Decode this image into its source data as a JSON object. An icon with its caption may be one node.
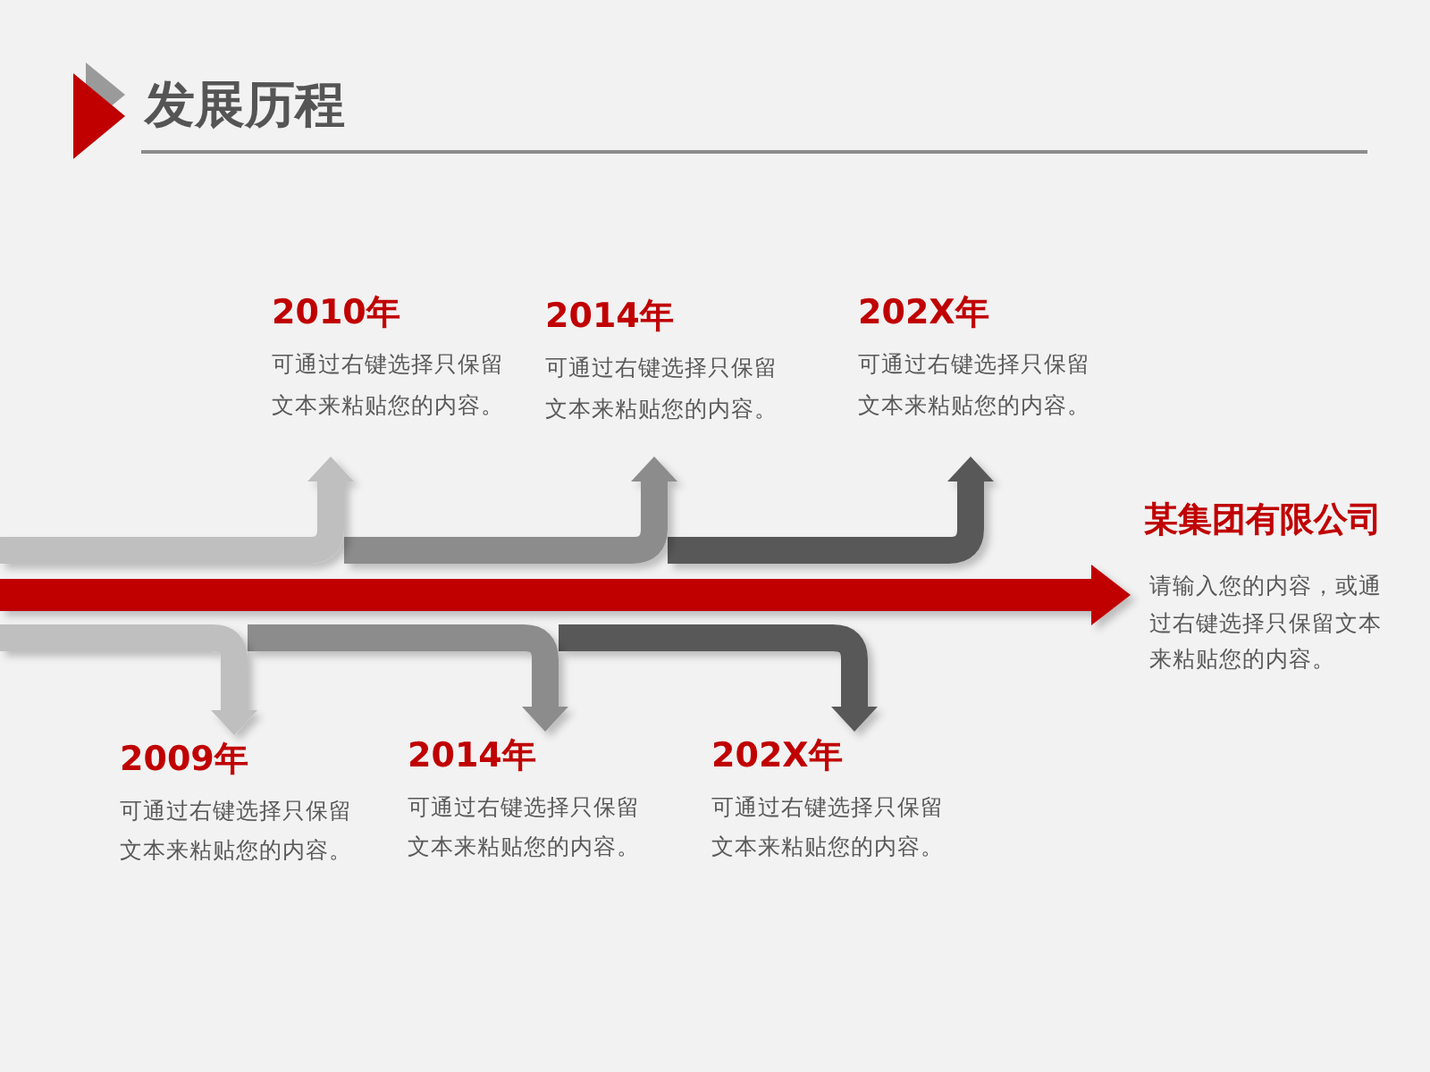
{
  "diagram": {
    "title": "发展历程",
    "nodes": [
      {
        "text": [
          "2010年",
          "可通过右键选择只保留文本来粘贴您的内容。"
        ]
      },
      {
        "text": [
          "2014年",
          "可通过右键选择只保留文本来粘贴您的内容。"
        ]
      },
      {
        "text": [
          "202X年",
          "可通过右键选择只保留文本来粘贴您的内容。"
        ]
      },
      {
        "text": [
          "某集团有限公司",
          "请输入您的内容，或通过右键选择只保留文本来粘贴您的内容。"
        ]
      },
      {
        "text": [
          "2009年",
          "可通过右键选择只保留文本来粘贴您的内容。"
        ]
      },
      {
        "text": [
          "2014年",
          "可通过右键选择只保留文本来粘贴您的内容。"
        ]
      },
      {
        "text": [
          "202X年",
          "可通过右键选择只保留文本来粘贴您的内容。"
        ]
      }
    ],
    "edges": [
      {
        "from": null,
        "to": 0,
        "arrow": "to",
        "color": "#bfbfbf"
      },
      {
        "from": null,
        "to": 1,
        "arrow": "to",
        "color": "#8c8c8c"
      },
      {
        "from": null,
        "to": 2,
        "arrow": "to",
        "color": "#595959"
      },
      {
        "from": null,
        "to": 3,
        "arrow": "to",
        "color": "#c00000"
      },
      {
        "from": null,
        "to": 4,
        "arrow": "to",
        "color": "#bfbfbf"
      },
      {
        "from": null,
        "to": 5,
        "arrow": "to",
        "color": "#8c8c8c"
      },
      {
        "from": null,
        "to": 6,
        "arrow": "to",
        "color": "#595959"
      }
    ]
  }
}
